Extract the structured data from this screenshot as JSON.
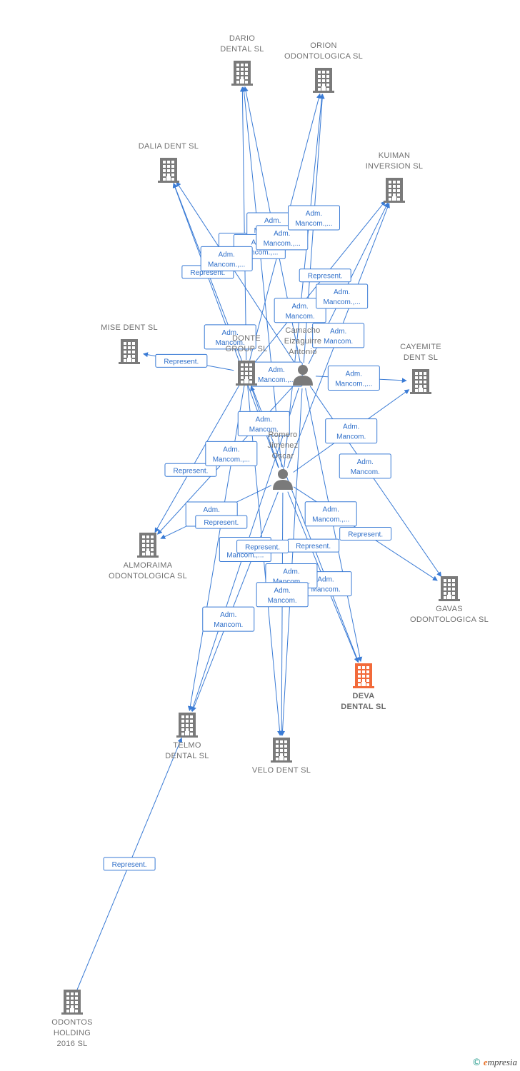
{
  "colors": {
    "edge": "#3a7bd5",
    "node": "#7a7a7a",
    "focus_node": "#f26a3a",
    "label": "#707070"
  },
  "nodes": [
    {
      "id": "dario",
      "type": "company",
      "label": [
        "DARIO",
        "DENTAL SL"
      ]
    },
    {
      "id": "orion",
      "type": "company",
      "label": [
        "ORION",
        "ODONTOLOGICA SL"
      ]
    },
    {
      "id": "dalia",
      "type": "company",
      "label": [
        "DALIA DENT SL"
      ]
    },
    {
      "id": "kuiman",
      "type": "company",
      "label": [
        "KUIMAN",
        "INVERSION SL"
      ]
    },
    {
      "id": "mise",
      "type": "company",
      "label": [
        "MISE DENT SL"
      ]
    },
    {
      "id": "donte",
      "type": "company",
      "label": [
        "DONTE",
        "GROUP  SL"
      ]
    },
    {
      "id": "camacho",
      "type": "person",
      "label": [
        "Camacho",
        "Eizaguirre",
        "Antonio"
      ]
    },
    {
      "id": "cayemite",
      "type": "company",
      "label": [
        "CAYEMITE",
        "DENT SL"
      ]
    },
    {
      "id": "romero",
      "type": "person",
      "label": [
        "Romero",
        "Jimenez",
        "Oscar"
      ]
    },
    {
      "id": "almoraima",
      "type": "company",
      "label": [
        "ALMORAIMA",
        "ODONTOLOGICA SL"
      ]
    },
    {
      "id": "gavas",
      "type": "company",
      "label": [
        "GAVAS",
        "ODONTOLOGICA SL"
      ]
    },
    {
      "id": "deva",
      "type": "company",
      "focus": true,
      "label": [
        "DEVA",
        "DENTAL  SL"
      ]
    },
    {
      "id": "telmo",
      "type": "company",
      "label": [
        "TELMO",
        "DENTAL SL"
      ]
    },
    {
      "id": "velo",
      "type": "company",
      "label": [
        "VELO DENT SL"
      ]
    },
    {
      "id": "odontos",
      "type": "company",
      "label": [
        "ODONTOS",
        "HOLDING",
        "2016  SL"
      ]
    }
  ],
  "edges": [
    {
      "from": "donte",
      "to": "dario",
      "label": [
        "Adm.",
        "Mancom.,..."
      ]
    },
    {
      "from": "camacho",
      "to": "dario",
      "label": [
        "Adm.",
        "Mancom.,..."
      ]
    },
    {
      "from": "romero",
      "to": "dario",
      "label": [
        "Adm.",
        "Mancom.,..."
      ]
    },
    {
      "from": "donte",
      "to": "orion",
      "label": [
        "Adm.",
        "Mancom.,..."
      ]
    },
    {
      "from": "camacho",
      "to": "orion",
      "label": [
        "Adm.",
        "Mancom.,..."
      ]
    },
    {
      "from": "romero",
      "to": "orion",
      "label": [
        "Adm.",
        "Mancom."
      ]
    },
    {
      "from": "donte",
      "to": "dalia",
      "label": [
        "Represent."
      ]
    },
    {
      "from": "camacho",
      "to": "dalia",
      "label": [
        "Adm.",
        "Mancom.,..."
      ]
    },
    {
      "from": "romero",
      "to": "dalia",
      "label": [
        "Adm.",
        "Mancom."
      ]
    },
    {
      "from": "donte",
      "to": "kuiman",
      "label": [
        "Represent."
      ]
    },
    {
      "from": "camacho",
      "to": "kuiman",
      "label": [
        "Adm.",
        "Mancom.,..."
      ]
    },
    {
      "from": "romero",
      "to": "kuiman",
      "label": [
        "Adm.",
        "Mancom."
      ]
    },
    {
      "from": "donte",
      "to": "mise",
      "label": [
        "Represent."
      ]
    },
    {
      "from": "camacho",
      "to": "donte",
      "label": [
        "Adm.",
        "Mancom.,..."
      ]
    },
    {
      "from": "romero",
      "to": "donte",
      "label": [
        "Adm.",
        "Mancom."
      ]
    },
    {
      "from": "camacho",
      "to": "cayemite",
      "label": [
        "Adm.",
        "Mancom.,..."
      ]
    },
    {
      "from": "romero",
      "to": "cayemite",
      "label": [
        "Adm.",
        "Mancom."
      ]
    },
    {
      "from": "donte",
      "to": "almoraima",
      "label": [
        "Represent."
      ]
    },
    {
      "from": "camacho",
      "to": "almoraima",
      "label": [
        "Adm.",
        "Mancom.,..."
      ]
    },
    {
      "from": "romero",
      "to": "almoraima",
      "label": [
        "Adm.",
        "Mancom."
      ]
    },
    {
      "from": "camacho",
      "to": "gavas",
      "label": [
        "Adm.",
        "Mancom."
      ]
    },
    {
      "from": "romero",
      "to": "gavas",
      "label": [
        "Represent."
      ]
    },
    {
      "from": "donte",
      "to": "deva",
      "label": [
        "Represent."
      ]
    },
    {
      "from": "camacho",
      "to": "deva",
      "label": [
        "Adm.",
        "Mancom.,..."
      ]
    },
    {
      "from": "romero",
      "to": "deva",
      "label": [
        "Adm.",
        "Mancom."
      ]
    },
    {
      "from": "donte",
      "to": "telmo",
      "label": [
        "Represent."
      ]
    },
    {
      "from": "camacho",
      "to": "telmo",
      "label": [
        "Adm.",
        "Mancom.,..."
      ]
    },
    {
      "from": "romero",
      "to": "telmo",
      "label": [
        "Adm.",
        "Mancom."
      ]
    },
    {
      "from": "donte",
      "to": "velo",
      "label": [
        "Represent."
      ]
    },
    {
      "from": "camacho",
      "to": "velo",
      "label": [
        "Adm.",
        "Mancom.,..."
      ]
    },
    {
      "from": "romero",
      "to": "velo",
      "label": [
        "Adm.",
        "Mancom."
      ]
    },
    {
      "from": "odontos",
      "to": "telmo",
      "label": [
        "Represent."
      ]
    }
  ],
  "brand": {
    "copyright": "©",
    "name": "mpresia",
    "initial": "e"
  }
}
